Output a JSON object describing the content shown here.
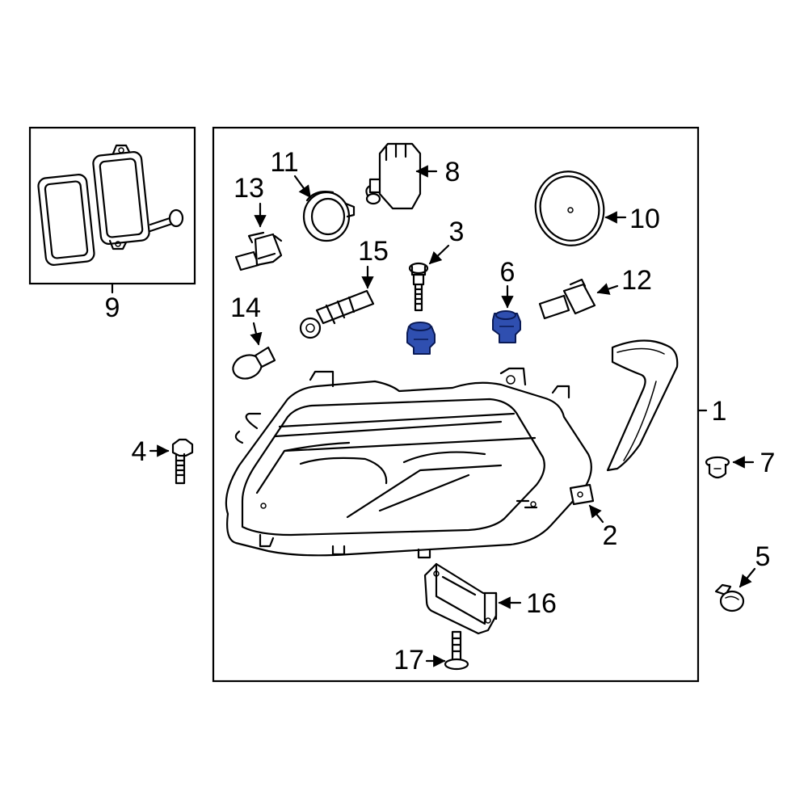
{
  "diagram": {
    "callouts": {
      "c1": "1",
      "c2": "2",
      "c3": "3",
      "c4": "4",
      "c5": "5",
      "c6": "6",
      "c7": "7",
      "c8": "8",
      "c9": "9",
      "c10": "10",
      "c11": "11",
      "c12": "12",
      "c13": "13",
      "c14": "14",
      "c15": "15",
      "c16": "16",
      "c17": "17"
    },
    "highlight_color": "#2f4fb0",
    "highlighted_parts": [
      "3",
      "6"
    ]
  }
}
